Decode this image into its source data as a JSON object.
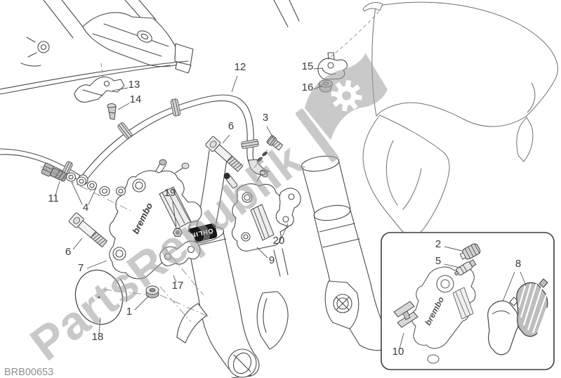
{
  "diagram": {
    "code": "BRB00653",
    "background": "#ffffff",
    "line_color": "#4a4a4a"
  },
  "watermark": {
    "text": "PartsRepublik",
    "color": "#c6c6c6",
    "icon": "flag-gear-icon"
  },
  "branding": {
    "caliper_logo": "brembo",
    "fork_decal": "ÖHLINS"
  },
  "callouts": [
    {
      "label": "1"
    },
    {
      "label": "2"
    },
    {
      "label": "3"
    },
    {
      "label": "4"
    },
    {
      "label": "5"
    },
    {
      "label": "6"
    },
    {
      "label": "6"
    },
    {
      "label": "7"
    },
    {
      "label": "8"
    },
    {
      "label": "9"
    },
    {
      "label": "10"
    },
    {
      "label": "11"
    },
    {
      "label": "12"
    },
    {
      "label": "13"
    },
    {
      "label": "14"
    },
    {
      "label": "15"
    },
    {
      "label": "16"
    },
    {
      "label": "17"
    },
    {
      "label": "18"
    },
    {
      "label": "19"
    },
    {
      "label": "20"
    }
  ]
}
